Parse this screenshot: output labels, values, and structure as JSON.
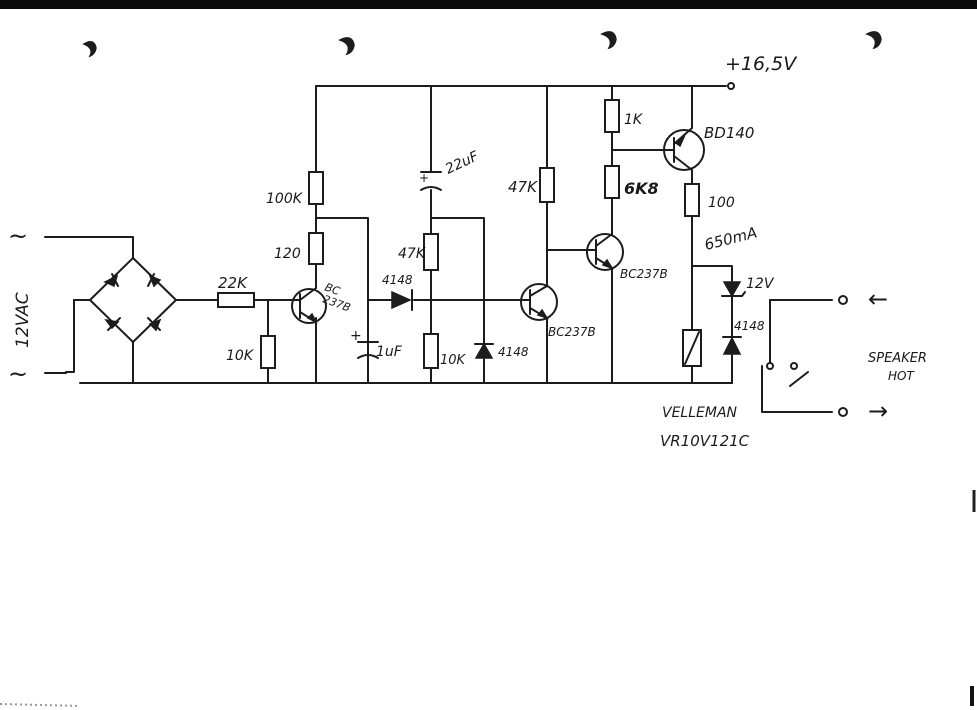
{
  "supply": {
    "voltage": "+16,5V"
  },
  "input": {
    "label": "12VAC",
    "tilde_top": "~",
    "tilde_bottom": "~"
  },
  "resistors": {
    "r_22k": "22K",
    "r_10k_left": "10K",
    "r_100k": "100K",
    "r_120": "120",
    "r_47k_mid": "47K",
    "r_10k_mid": "10K",
    "r_47k_right": "47K",
    "r_1k": "1K",
    "r_6k8": "6K8",
    "r_100": "100"
  },
  "capacitors": {
    "c_22uf": "22uF",
    "c_1uf": "1uF"
  },
  "diodes": {
    "d1": "4148",
    "d2": "4148",
    "d3": "4148",
    "zener": "12V"
  },
  "transistors": {
    "q1_line1": "BC",
    "q1_line2": "237B",
    "q2": "BC237B",
    "q3": "BC237B",
    "q4": "BD140"
  },
  "current": "650mA",
  "relay": {
    "line1": "VELLEMAN",
    "line2": "VR10V121C"
  },
  "speaker": {
    "line1": "SPEAKER",
    "line2": "HOT"
  },
  "arrows": {
    "in": "←",
    "out": "→"
  }
}
